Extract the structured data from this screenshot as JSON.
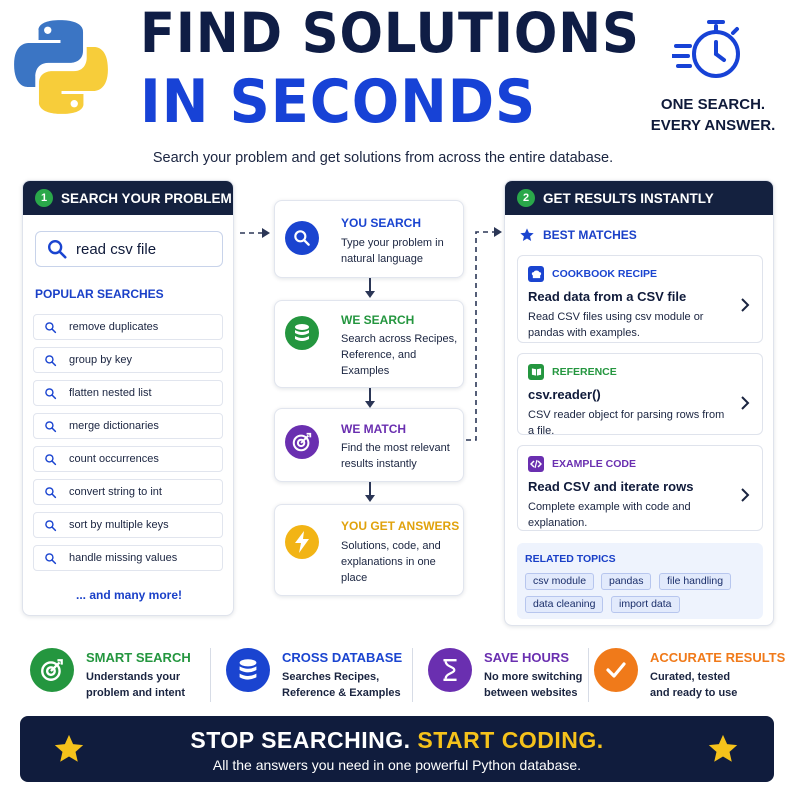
{
  "header": {
    "title_line1": "FIND SOLUTIONS",
    "title_line2": "IN SECONDS",
    "tagline_line1": "ONE SEARCH.",
    "tagline_line2": "EVERY ANSWER.",
    "subtitle": "Search your problem and get solutions from across the entire database."
  },
  "search_panel": {
    "step_number": "1",
    "heading": "SEARCH YOUR PROBLEM",
    "query": "read csv file",
    "popular_title": "POPULAR SEARCHES",
    "popular_searches": [
      "remove duplicates",
      "group by key",
      "flatten nested list",
      "merge dictionaries",
      "count occurrences",
      "convert string to int",
      "sort by multiple keys",
      "handle missing values"
    ],
    "more_label": "... and many more!"
  },
  "steps": [
    {
      "title": "YOU SEARCH",
      "desc": "Type your problem in natural language",
      "icon": "search-icon",
      "color": "#1a44d0"
    },
    {
      "title": "WE SEARCH",
      "desc": "Search across Recipes, Reference, and Examples",
      "icon": "database-icon",
      "color": "#24963f"
    },
    {
      "title": "WE MATCH",
      "desc": "Find the most relevant results instantly",
      "icon": "target-icon",
      "color": "#6a2fb0"
    },
    {
      "title": "YOU GET ANSWERS",
      "desc": "Solutions, code, and explanations in one place",
      "icon": "lightning-icon",
      "color": "#f2b415"
    }
  ],
  "results_panel": {
    "step_number": "2",
    "heading": "GET RESULTS INSTANTLY",
    "best_matches": "BEST MATCHES",
    "results": [
      {
        "type": "COOKBOOK RECIPE",
        "title": "Read data from a CSV file",
        "desc": "Read CSV files using csv module or pandas with examples.",
        "icon": "chef-hat-icon",
        "color": "#1a44d0"
      },
      {
        "type": "REFERENCE",
        "title": "csv.reader()",
        "desc": "CSV reader object for parsing rows from a file.",
        "icon": "book-icon",
        "color": "#24963f"
      },
      {
        "type": "EXAMPLE CODE",
        "title": "Read CSV and iterate rows",
        "desc": "Complete example with code and explanation.",
        "icon": "code-icon",
        "color": "#6a2fb0"
      }
    ],
    "related_title": "RELATED TOPICS",
    "related_topics": [
      "csv module",
      "pandas",
      "file handling",
      "data cleaning",
      "import data"
    ]
  },
  "features": [
    {
      "title": "SMART SEARCH",
      "desc": "Understands your problem and intent",
      "icon": "target-icon",
      "color": "#24963f"
    },
    {
      "title": "CROSS DATABASE",
      "desc": "Searches Recipes, Reference & Examples",
      "icon": "database-icon",
      "color": "#1a44d0"
    },
    {
      "title": "SAVE HOURS",
      "desc": "No more switching between websites",
      "icon": "hourglass-icon",
      "color": "#6a2fb0"
    },
    {
      "title": "ACCURATE RESULTS",
      "desc": "Curated, tested and ready to use",
      "icon": "checkmark-icon",
      "color": "#f07a1a"
    }
  ],
  "banner": {
    "title_white": "STOP SEARCHING.",
    "title_yellow": "START CODING.",
    "subtitle": "All the answers you need in one powerful Python database."
  },
  "colors": {
    "navy": "#14213f",
    "brand_blue": "#1742d6",
    "accent_yellow": "#f5c21b",
    "green": "#24963f",
    "purple": "#6a2fb0",
    "orange": "#f07a1a"
  }
}
